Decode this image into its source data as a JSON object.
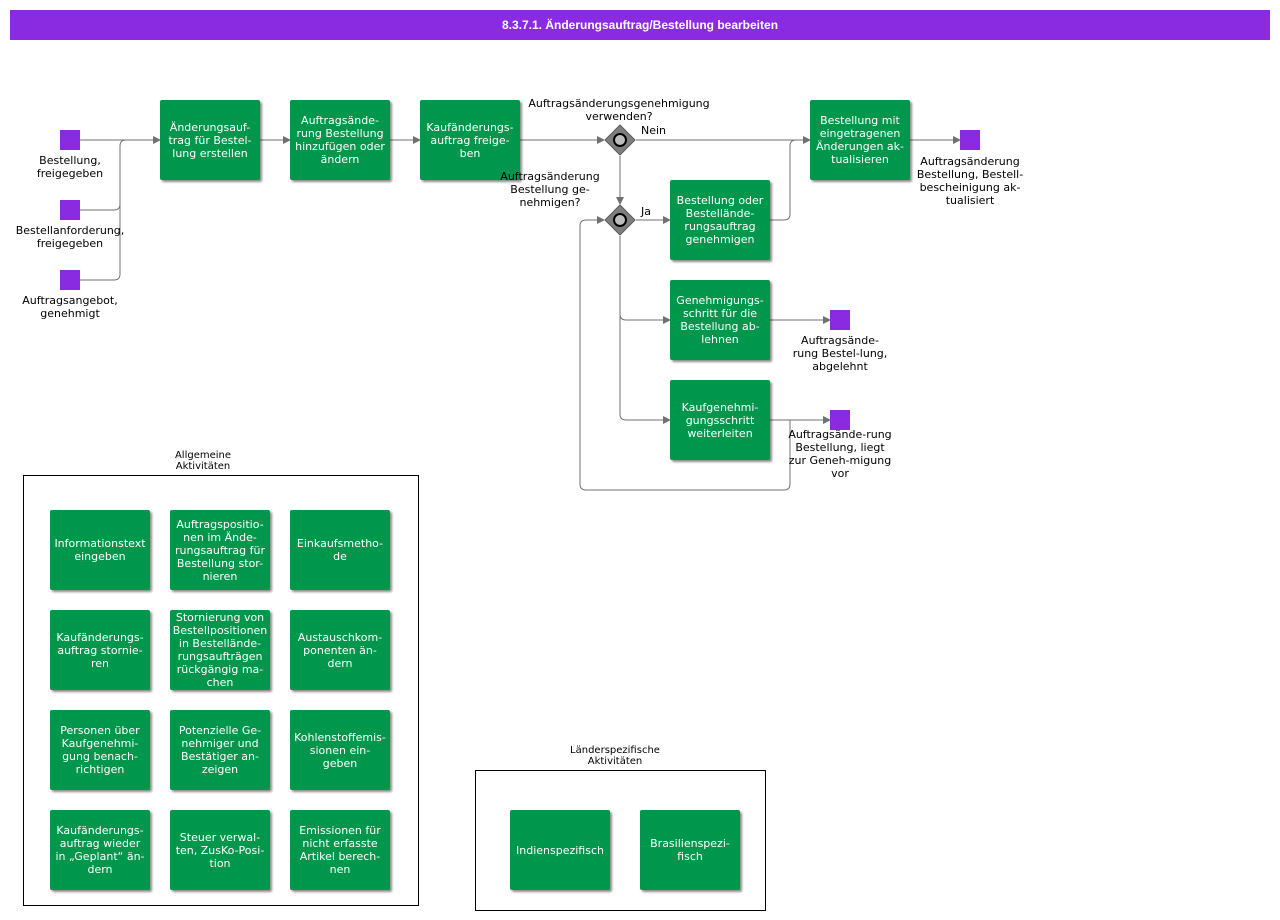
{
  "title": "8.3.7.1. Änderungsauftrag/Bestellung bearbeiten",
  "colors": {
    "header": "#8a2be2",
    "activity": "#00964b",
    "event": "#8a2be2",
    "gateway": "#7f7f7f"
  },
  "events": {
    "start_1": "Bestellung, freigegeben",
    "start_2": "Bestellanforderung, freigegeben",
    "start_3": "Auftragsangebot, genehmigt",
    "end_updated": "Auftragsänderung Bestellung, Bestell-bescheinigung ak-tualisiert",
    "end_rejected": "Auftragsände-rung Bestel-lung, abgelehnt",
    "end_pending": "Auftragsände-rung Bestellung, liegt zur Geneh-migung vor"
  },
  "activities": {
    "create": "Änderungsauf-trag für Bestel-lung erstellen",
    "add_change": "Auftragsände-rung Bestellung hinzufügen oder ändern",
    "release": "Kaufänderungs-auftrag freige-ben",
    "update_order": "Bestellung mit eingetragenen Änderungen ak-tualisieren",
    "approve": "Bestellung oder Bestellände-rungsauftrag genehmigen",
    "reject": "Genehmigungs-schritt für die Bestellung ab-lehnen",
    "forward": "Kaufgenehmi-gungsschritt weiterleiten"
  },
  "gateways": {
    "question_1": "Auftragsänderungsgenehmigung verwenden?",
    "no_label": "Nein",
    "question_2": "Auftragsänderung Bestellung ge-nehmigen?",
    "yes_label": "Ja"
  },
  "groups": {
    "general": {
      "title": "Allgemeine Aktivitäten",
      "items": [
        "Informationstext eingeben",
        "Auftragspositio-nen im Ände-rungsauftrag für Bestellung stor-nieren",
        "Einkaufsmetho-de",
        "Kaufänderungs-auftrag stornie-ren",
        "Stornierung von Bestellpositionen in Bestellände-rungsaufträgen rückgängig ma-chen",
        "Austauschkom-ponenten än-dern",
        "Personen über Kaufgenehmi-gung benach-richtigen",
        "Potenzielle Ge-nehmiger und Bestätiger an-zeigen",
        "Kohlenstoffemis-sionen ein-geben",
        "Kaufänderungs-auftrag wieder in „Geplant“ än-dern",
        "Steuer verwal-ten, ZusKo-Posi-tion",
        "Emissionen für nicht erfasste Artikel berech-nen"
      ]
    },
    "country": {
      "title": "Länderspezifische Aktivitäten",
      "items": [
        "Indienspezifisch",
        "Brasilienspezi-fisch"
      ]
    }
  }
}
